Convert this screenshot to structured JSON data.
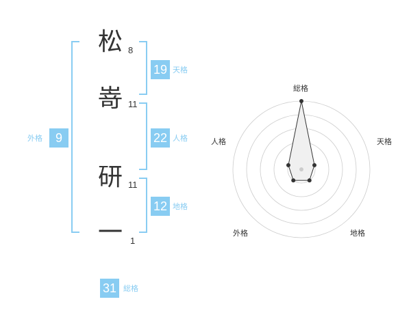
{
  "name": {
    "characters": [
      {
        "char": "松",
        "strokes": "8"
      },
      {
        "char": "嵜",
        "strokes": "11"
      },
      {
        "char": "研",
        "strokes": "11"
      },
      {
        "char": "一",
        "strokes": "1"
      }
    ]
  },
  "kakusu": {
    "tenkaku": {
      "value": "19",
      "label": "天格"
    },
    "jinkaku": {
      "value": "22",
      "label": "人格"
    },
    "chikaku": {
      "value": "12",
      "label": "地格"
    },
    "gaikaku": {
      "value": "9",
      "label": "外格"
    },
    "soukaku": {
      "value": "31",
      "label": "総格"
    }
  },
  "chart_data": {
    "type": "radar",
    "axes": [
      "総格",
      "天格",
      "地格",
      "外格",
      "人格"
    ],
    "values": [
      5,
      1,
      1,
      1,
      1
    ],
    "range": [
      0,
      5
    ],
    "rings": 5,
    "colors": {
      "line": "#333333",
      "fill": "#f0f0f0",
      "grid": "#cccccc",
      "center": "#cccccc"
    }
  }
}
